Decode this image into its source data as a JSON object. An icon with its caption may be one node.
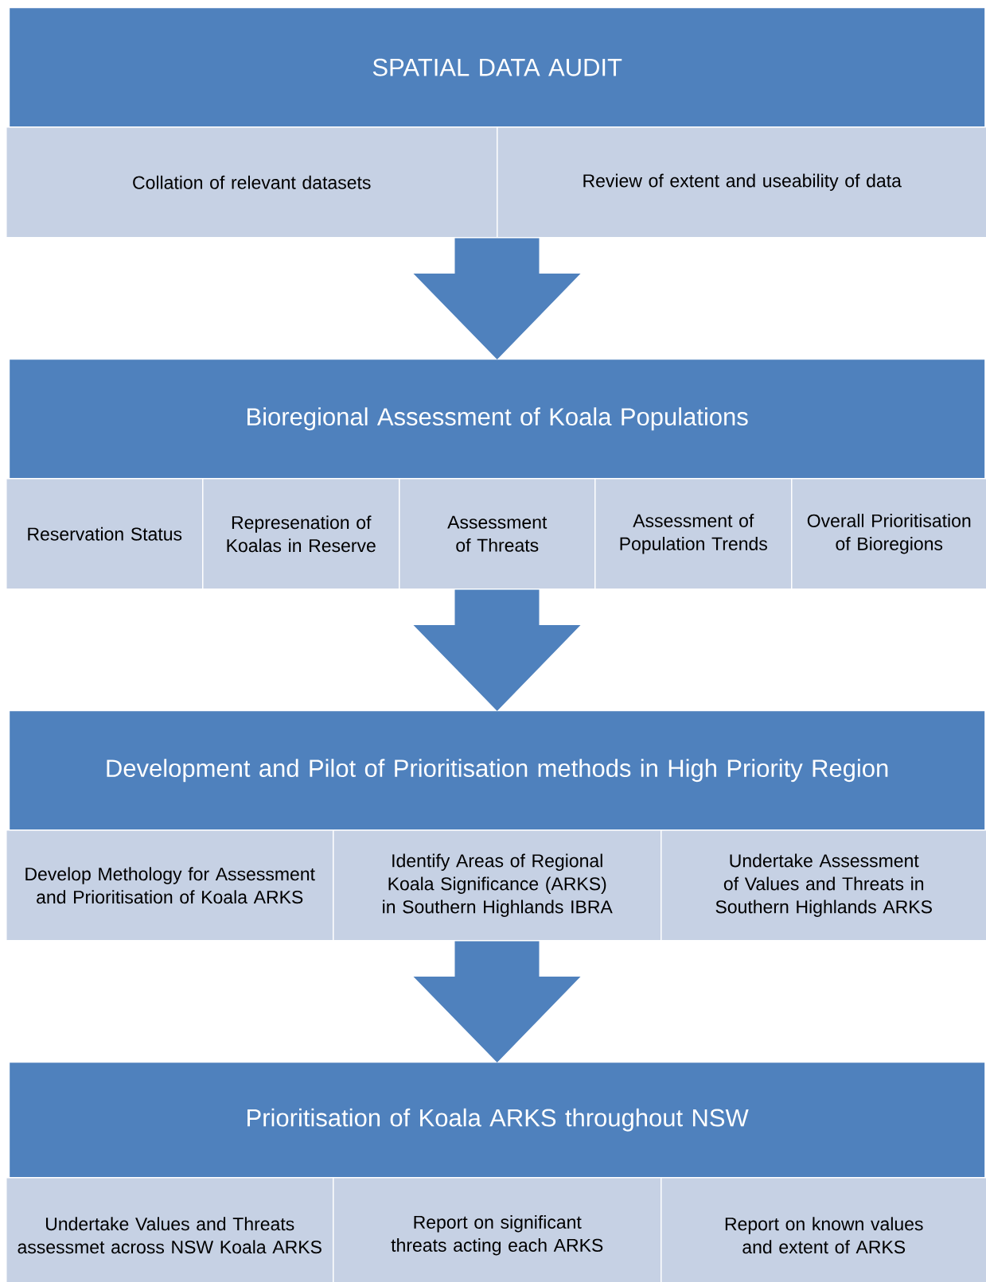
{
  "diagram": {
    "nodes": [
      {
        "text": [
          "SPATIAL DATA AUDIT"
        ]
      },
      {
        "text": [
          "Collation of relevant datasets"
        ]
      },
      {
        "text": [
          "Review of extent and useability of data"
        ]
      },
      {
        "text": [
          "Bioregional Assessment of Koala Populations"
        ]
      },
      {
        "text": [
          "Reservation Status"
        ]
      },
      {
        "text": [
          "Represenation of Koalas in Reserve"
        ]
      },
      {
        "text": [
          "Assessment of Threats"
        ]
      },
      {
        "text": [
          "Assessment of Population Trends"
        ]
      },
      {
        "text": [
          "Overall Prioritisation of Bioregions"
        ]
      },
      {
        "text": [
          "Development and Pilot of Prioritisation methods in High Priority Region"
        ]
      },
      {
        "text": [
          "Develop Methology for Assessment and Prioritisation of Koala ARKS"
        ]
      },
      {
        "text": [
          "Identify Areas of Regional Koala Significance (ARKS) in Southern Highlands IBRA"
        ]
      },
      {
        "text": [
          "Undertake Assessment of Values and Threats in Southern Highlands ARKS"
        ]
      },
      {
        "text": [
          "Prioritisation of Koala ARKS throughout NSW"
        ]
      },
      {
        "text": [
          "Undertake Values and Threats assessmet across NSW Koala ARKS"
        ]
      },
      {
        "text": [
          "Report on significant threats acting each ARKS"
        ]
      },
      {
        "text": [
          "Report on known values and extent of ARKS"
        ]
      }
    ],
    "edges": [
      {
        "from": 1,
        "to": 3,
        "arrow": "to"
      },
      {
        "from": 2,
        "to": 3,
        "arrow": "to"
      },
      {
        "from": 6,
        "to": 9,
        "arrow": "to"
      },
      {
        "from": 11,
        "to": 13,
        "arrow": "to"
      }
    ]
  }
}
